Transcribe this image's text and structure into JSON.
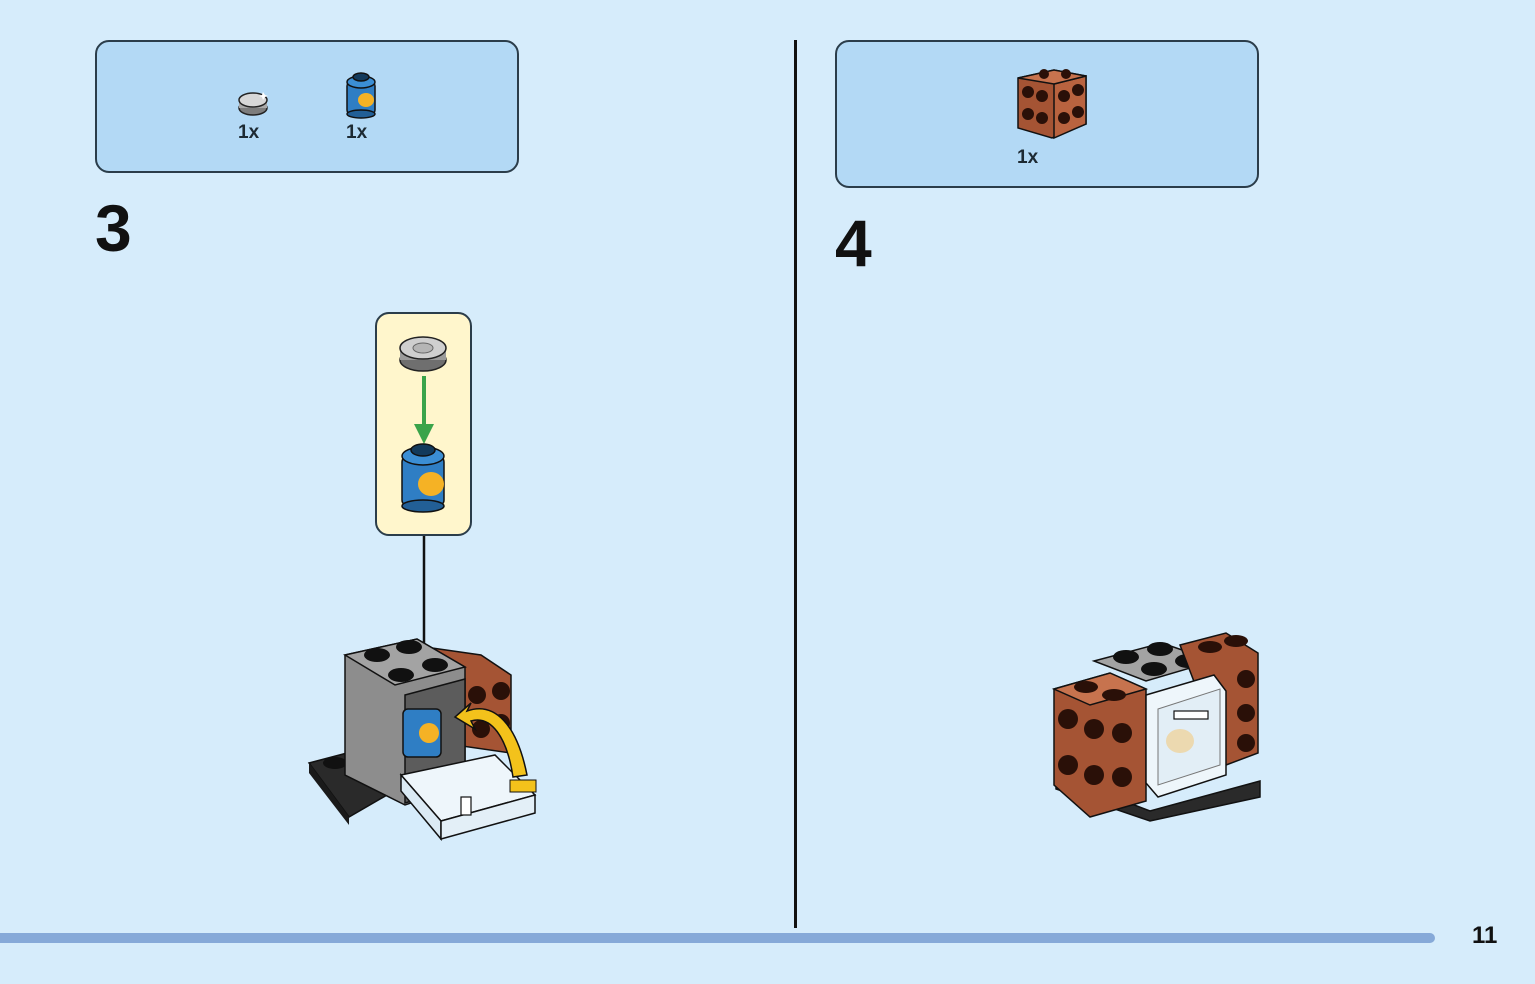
{
  "steps": [
    {
      "number": "3",
      "parts": [
        {
          "icon": "silver-round-tile-icon",
          "qty": "1x"
        },
        {
          "icon": "blue-printed-round-brick-icon",
          "qty": "1x"
        }
      ]
    },
    {
      "number": "4",
      "parts": [
        {
          "icon": "brown-studs-on-sides-brick-icon",
          "qty": "1x"
        }
      ]
    }
  ],
  "page": {
    "number": "11"
  },
  "colors": {
    "background": "#d6ecfb",
    "parts_box": "#b3d9f5",
    "callout": "#fff6cc",
    "footer_bar": "#86a9d8",
    "green_arrow": "#3aa44a",
    "yellow_arrow": "#f3c21b"
  }
}
